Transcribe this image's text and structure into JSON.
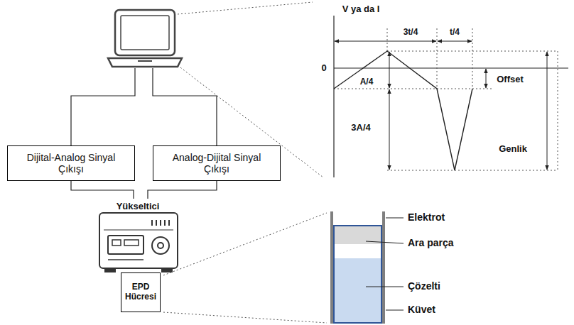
{
  "diagram": {
    "nodes": [
      {
        "text": [
          "Dijital-Analog Sinyal Çıkışı"
        ]
      },
      {
        "text": [
          "Analog-Dijital Sinyal Çıkışı"
        ]
      },
      {
        "text": [
          "EPD Hücresi"
        ]
      }
    ],
    "labels": [
      "V ya da I",
      "0",
      "3t/4",
      "t/4",
      "A/4",
      "Offset",
      "3A/4",
      "Genlik",
      "Yükseltici",
      "Elektrot",
      "Ara parça",
      "Çözelti",
      "Küvet"
    ]
  }
}
